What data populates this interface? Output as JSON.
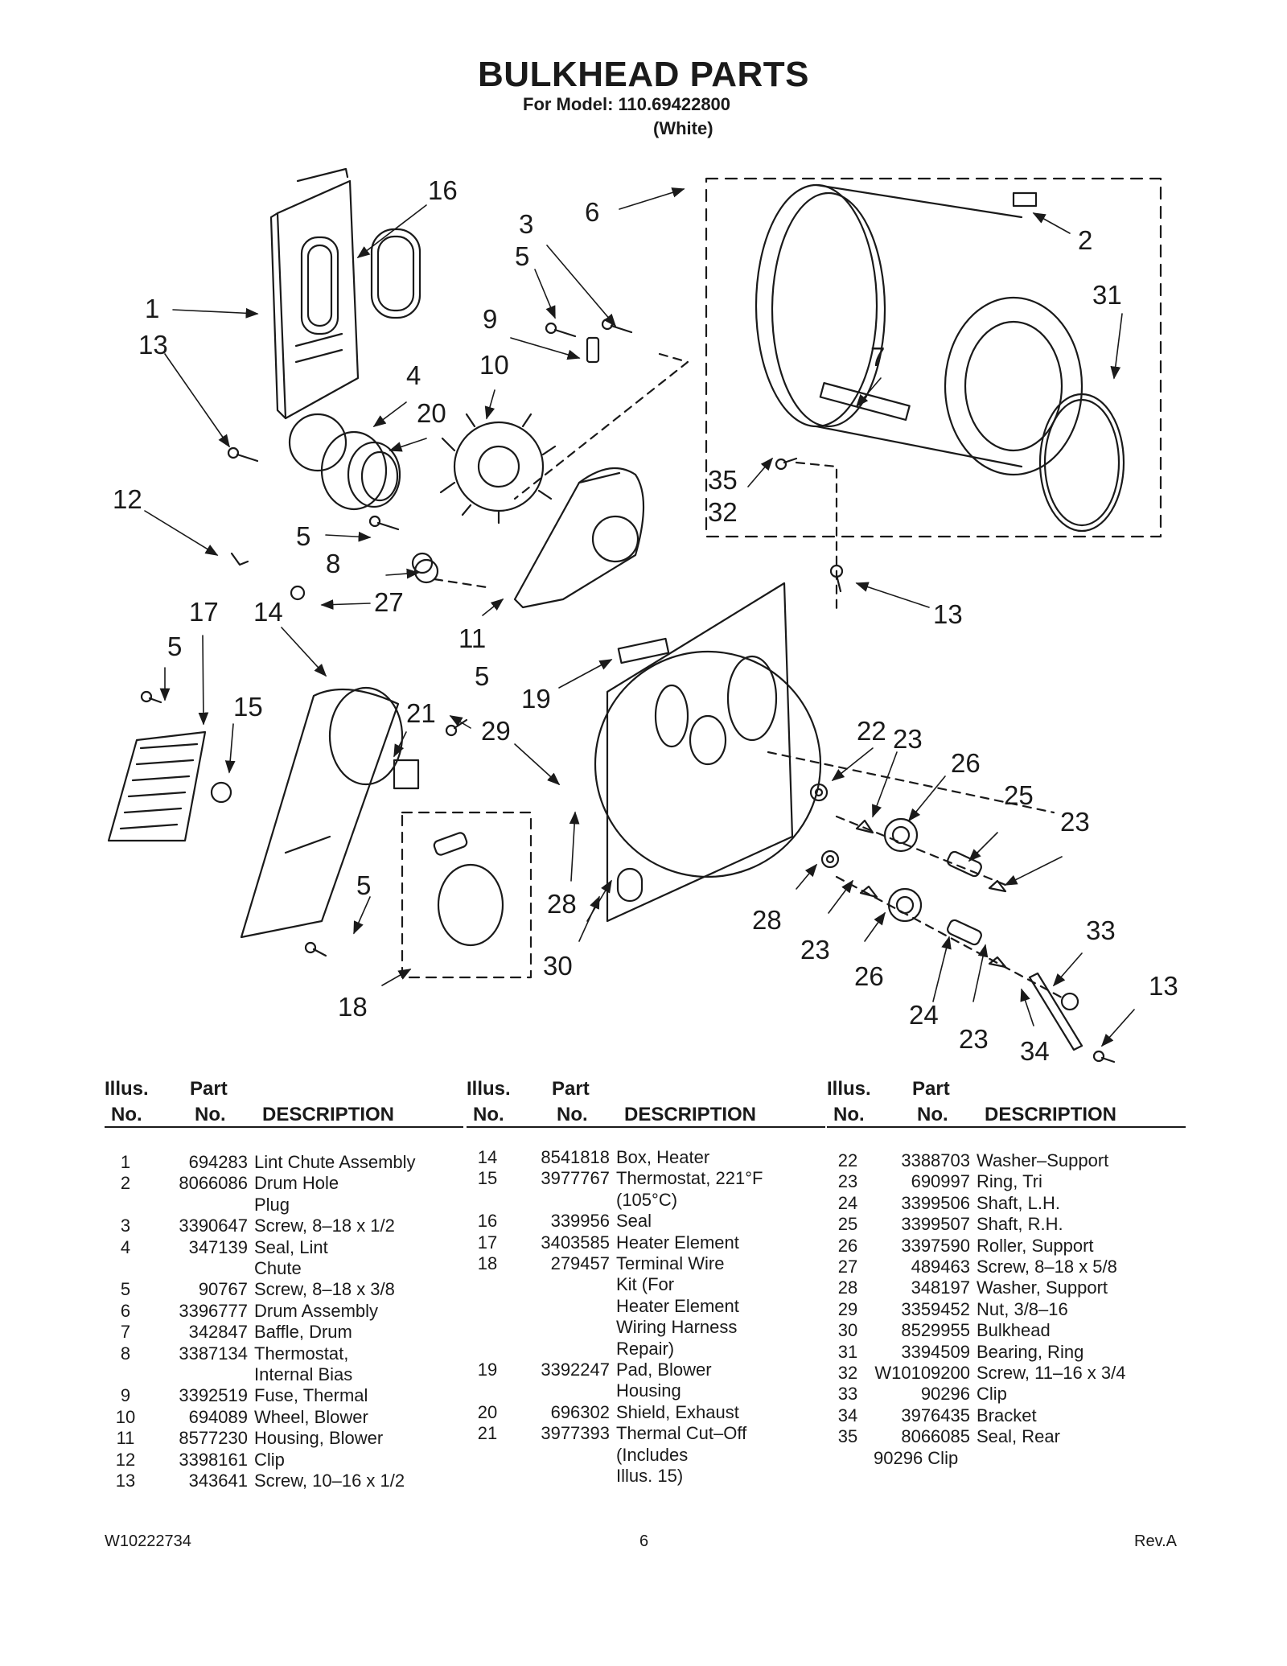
{
  "header": {
    "title": "BULKHEAD PARTS",
    "model_line": "For Model: 110.69422800",
    "variant_line": "(White)"
  },
  "diagram": {
    "callouts": [
      "16",
      "3",
      "6",
      "2",
      "5",
      "31",
      "1",
      "13",
      "9",
      "10",
      "4",
      "20",
      "7",
      "12",
      "35",
      "32",
      "5",
      "8",
      "27",
      "13",
      "17",
      "14",
      "11",
      "5",
      "15",
      "21",
      "5",
      "19",
      "29",
      "22",
      "23",
      "26",
      "25",
      "23",
      "5",
      "28",
      "28",
      "23",
      "26",
      "30",
      "18",
      "24",
      "23",
      "33",
      "13",
      "34"
    ]
  },
  "table": {
    "headers": {
      "illus": [
        "Illus.",
        "No."
      ],
      "part": [
        "Part",
        "No."
      ],
      "description": "DESCRIPTION"
    },
    "columns": [
      {
        "rows": [
          {
            "illus": "1",
            "part": "694283",
            "desc": "Lint Chute Assembly"
          },
          {
            "illus": "2",
            "part": "8066086",
            "desc": "Drum Hole\nPlug"
          },
          {
            "illus": "3",
            "part": "3390647",
            "desc": "Screw, 8–18 x 1/2"
          },
          {
            "illus": "4",
            "part": "347139",
            "desc": "Seal, Lint\nChute"
          },
          {
            "illus": "5",
            "part": "90767",
            "desc": "Screw, 8–18 x 3/8"
          },
          {
            "illus": "6",
            "part": "3396777",
            "desc": "Drum Assembly"
          },
          {
            "illus": "7",
            "part": "342847",
            "desc": "Baffle, Drum"
          },
          {
            "illus": "8",
            "part": "3387134",
            "desc": "Thermostat,\nInternal Bias"
          },
          {
            "illus": "9",
            "part": "3392519",
            "desc": "Fuse, Thermal"
          },
          {
            "illus": "10",
            "part": "694089",
            "desc": "Wheel, Blower"
          },
          {
            "illus": "11",
            "part": "8577230",
            "desc": "Housing, Blower"
          },
          {
            "illus": "12",
            "part": "3398161",
            "desc": "Clip"
          },
          {
            "illus": "13",
            "part": "343641",
            "desc": "Screw, 10–16 x 1/2"
          }
        ]
      },
      {
        "rows": [
          {
            "illus": "14",
            "part": "8541818",
            "desc": "Box, Heater"
          },
          {
            "illus": "15",
            "part": "3977767",
            "desc": "Thermostat, 221°F\n(105°C)"
          },
          {
            "illus": "16",
            "part": "339956",
            "desc": "Seal"
          },
          {
            "illus": "17",
            "part": "3403585",
            "desc": "Heater Element"
          },
          {
            "illus": "18",
            "part": "279457",
            "desc": "Terminal Wire\nKit (For\nHeater Element\nWiring Harness\nRepair)"
          },
          {
            "illus": "19",
            "part": "3392247",
            "desc": "Pad, Blower\nHousing"
          },
          {
            "illus": "20",
            "part": "696302",
            "desc": "Shield, Exhaust"
          },
          {
            "illus": "21",
            "part": "3977393",
            "desc": "Thermal Cut–Off\n(Includes\nIllus. 15)"
          }
        ]
      },
      {
        "rows": [
          {
            "illus": "22",
            "part": "3388703",
            "desc": "Washer–Support"
          },
          {
            "illus": "23",
            "part": "690997",
            "desc": "Ring, Tri"
          },
          {
            "illus": "24",
            "part": "3399506",
            "desc": "Shaft, L.H."
          },
          {
            "illus": "25",
            "part": "3399507",
            "desc": "Shaft, R.H."
          },
          {
            "illus": "26",
            "part": "3397590",
            "desc": "Roller, Support"
          },
          {
            "illus": "27",
            "part": "489463",
            "desc": "Screw, 8–18 x 5/8"
          },
          {
            "illus": "28",
            "part": "348197",
            "desc": "Washer, Support"
          },
          {
            "illus": "29",
            "part": "3359452",
            "desc": "Nut, 3/8–16"
          },
          {
            "illus": "30",
            "part": "8529955",
            "desc": "Bulkhead"
          },
          {
            "illus": "31",
            "part": "3394509",
            "desc": "Bearing, Ring"
          },
          {
            "illus": "32",
            "part": "W10109200",
            "desc": "Screw, 11–16 x 3/4"
          },
          {
            "illus": "33",
            "part": "90296",
            "desc": "Clip"
          },
          {
            "illus": "34",
            "part": "3976435",
            "desc": "Bracket"
          },
          {
            "illus": "35",
            "part": "8066085",
            "desc": "Seal, Rear"
          }
        ],
        "extra": "90296 Clip"
      }
    ]
  },
  "footer": {
    "doc_number": "W10222734",
    "page_number": "6",
    "revision": "Rev.A"
  }
}
